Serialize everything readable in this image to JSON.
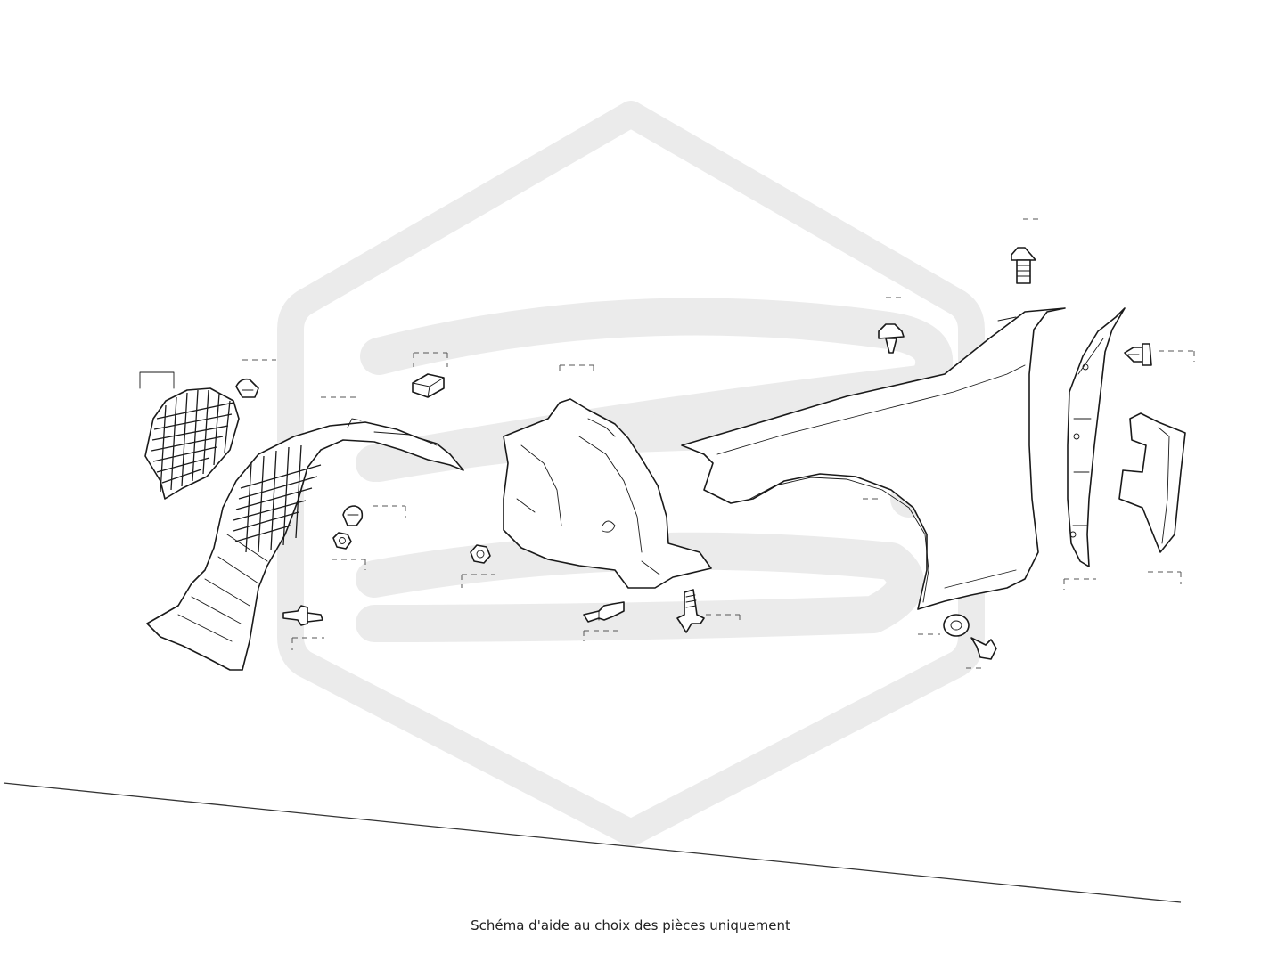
{
  "diagram": {
    "caption": "Schéma d'aide au choix des pièces uniquement",
    "watermark": "brand-logo-watermark",
    "colors": {
      "line": "#1a1a1a",
      "watermark": "#ebebeb",
      "background": "#ffffff"
    },
    "parts": [
      "inner-grille-panel",
      "clip",
      "wheel-arch-liner-front",
      "foam-pad",
      "wheel-arch-liner-rear",
      "push-nut",
      "hex-nut",
      "expansion-rivet",
      "screw-clip",
      "push-pin-clip",
      "washer-screw",
      "flange-bolt",
      "front-fender",
      "fender-support-bracket",
      "seal-pad",
      "trim-clip"
    ]
  }
}
